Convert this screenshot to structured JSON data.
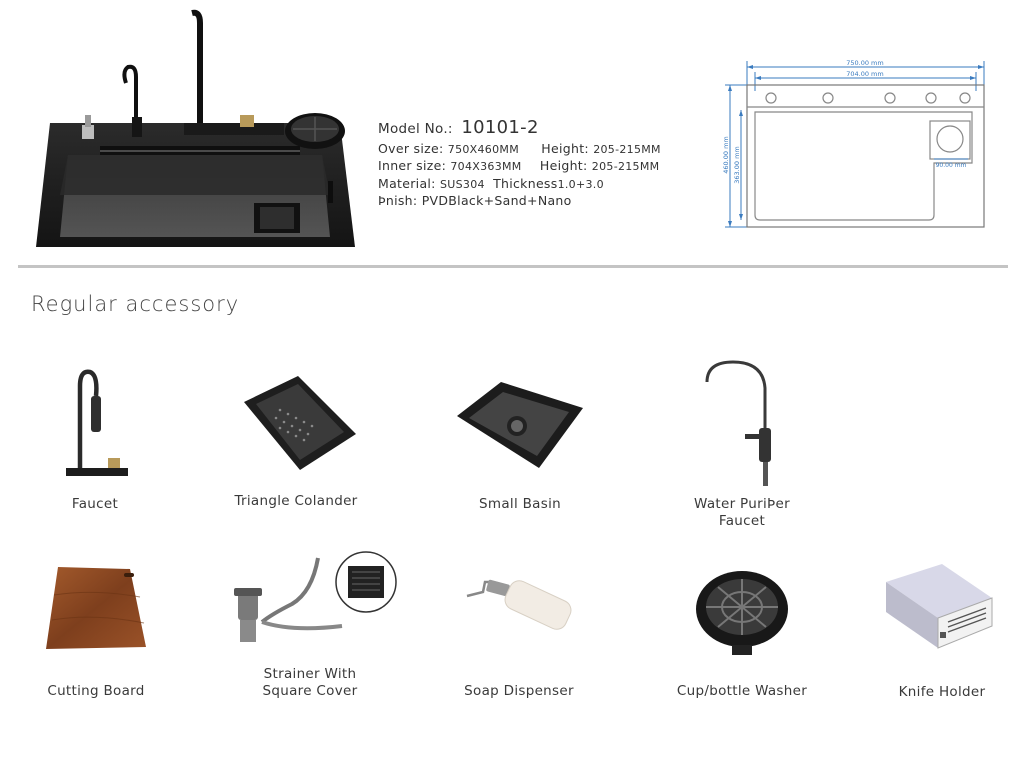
{
  "product": {
    "model_label": "Model No.:",
    "model_number": "10101-2",
    "over_size_label": "Over size:",
    "over_size_value": "750X460MM",
    "over_height_label": "Height:",
    "over_height_value": "205-215MM",
    "inner_size_label": "Inner size:",
    "inner_size_value": "704X363MM",
    "inner_height_label": "Height:",
    "inner_height_value": "205-215MM",
    "material_label": "Material:",
    "material_value": "SUS304",
    "thickness_label": "Thickness",
    "thickness_value": "1.0+3.0",
    "finish_label": "Þnish:",
    "finish_value": "PVDBlack+Sand+Nano"
  },
  "drawing": {
    "outer_width": "750.00 mm",
    "inner_width": "704.00 mm",
    "outer_depth": "460.00 mm",
    "inner_depth": "363.00 mm",
    "cup_diameter": "90.00 mm"
  },
  "section_title": "Regular accessory",
  "accessories": [
    {
      "label": "Faucet",
      "icon": "faucet-icon"
    },
    {
      "label": "Triangle Colander",
      "icon": "colander-icon"
    },
    {
      "label": "Small Basin",
      "icon": "basin-icon"
    },
    {
      "label": "Water PuriÞer",
      "label2": "Faucet",
      "icon": "water-faucet-icon"
    },
    {
      "label": "Cutting Board",
      "icon": "cutting-board-icon"
    },
    {
      "label": "Strainer With",
      "label2": "Square Cover",
      "icon": "strainer-icon"
    },
    {
      "label": "Soap Dispenser",
      "icon": "soap-dispenser-icon"
    },
    {
      "label": "Cup/bottle Washer",
      "icon": "cup-washer-icon"
    },
    {
      "label": "Knife Holder",
      "icon": "knife-holder-icon"
    }
  ],
  "colors": {
    "sink": "#1e1e1e",
    "drawing_line": "#3a7bbf",
    "divider": "#c4c4c4",
    "wood": "#8a4a25"
  }
}
